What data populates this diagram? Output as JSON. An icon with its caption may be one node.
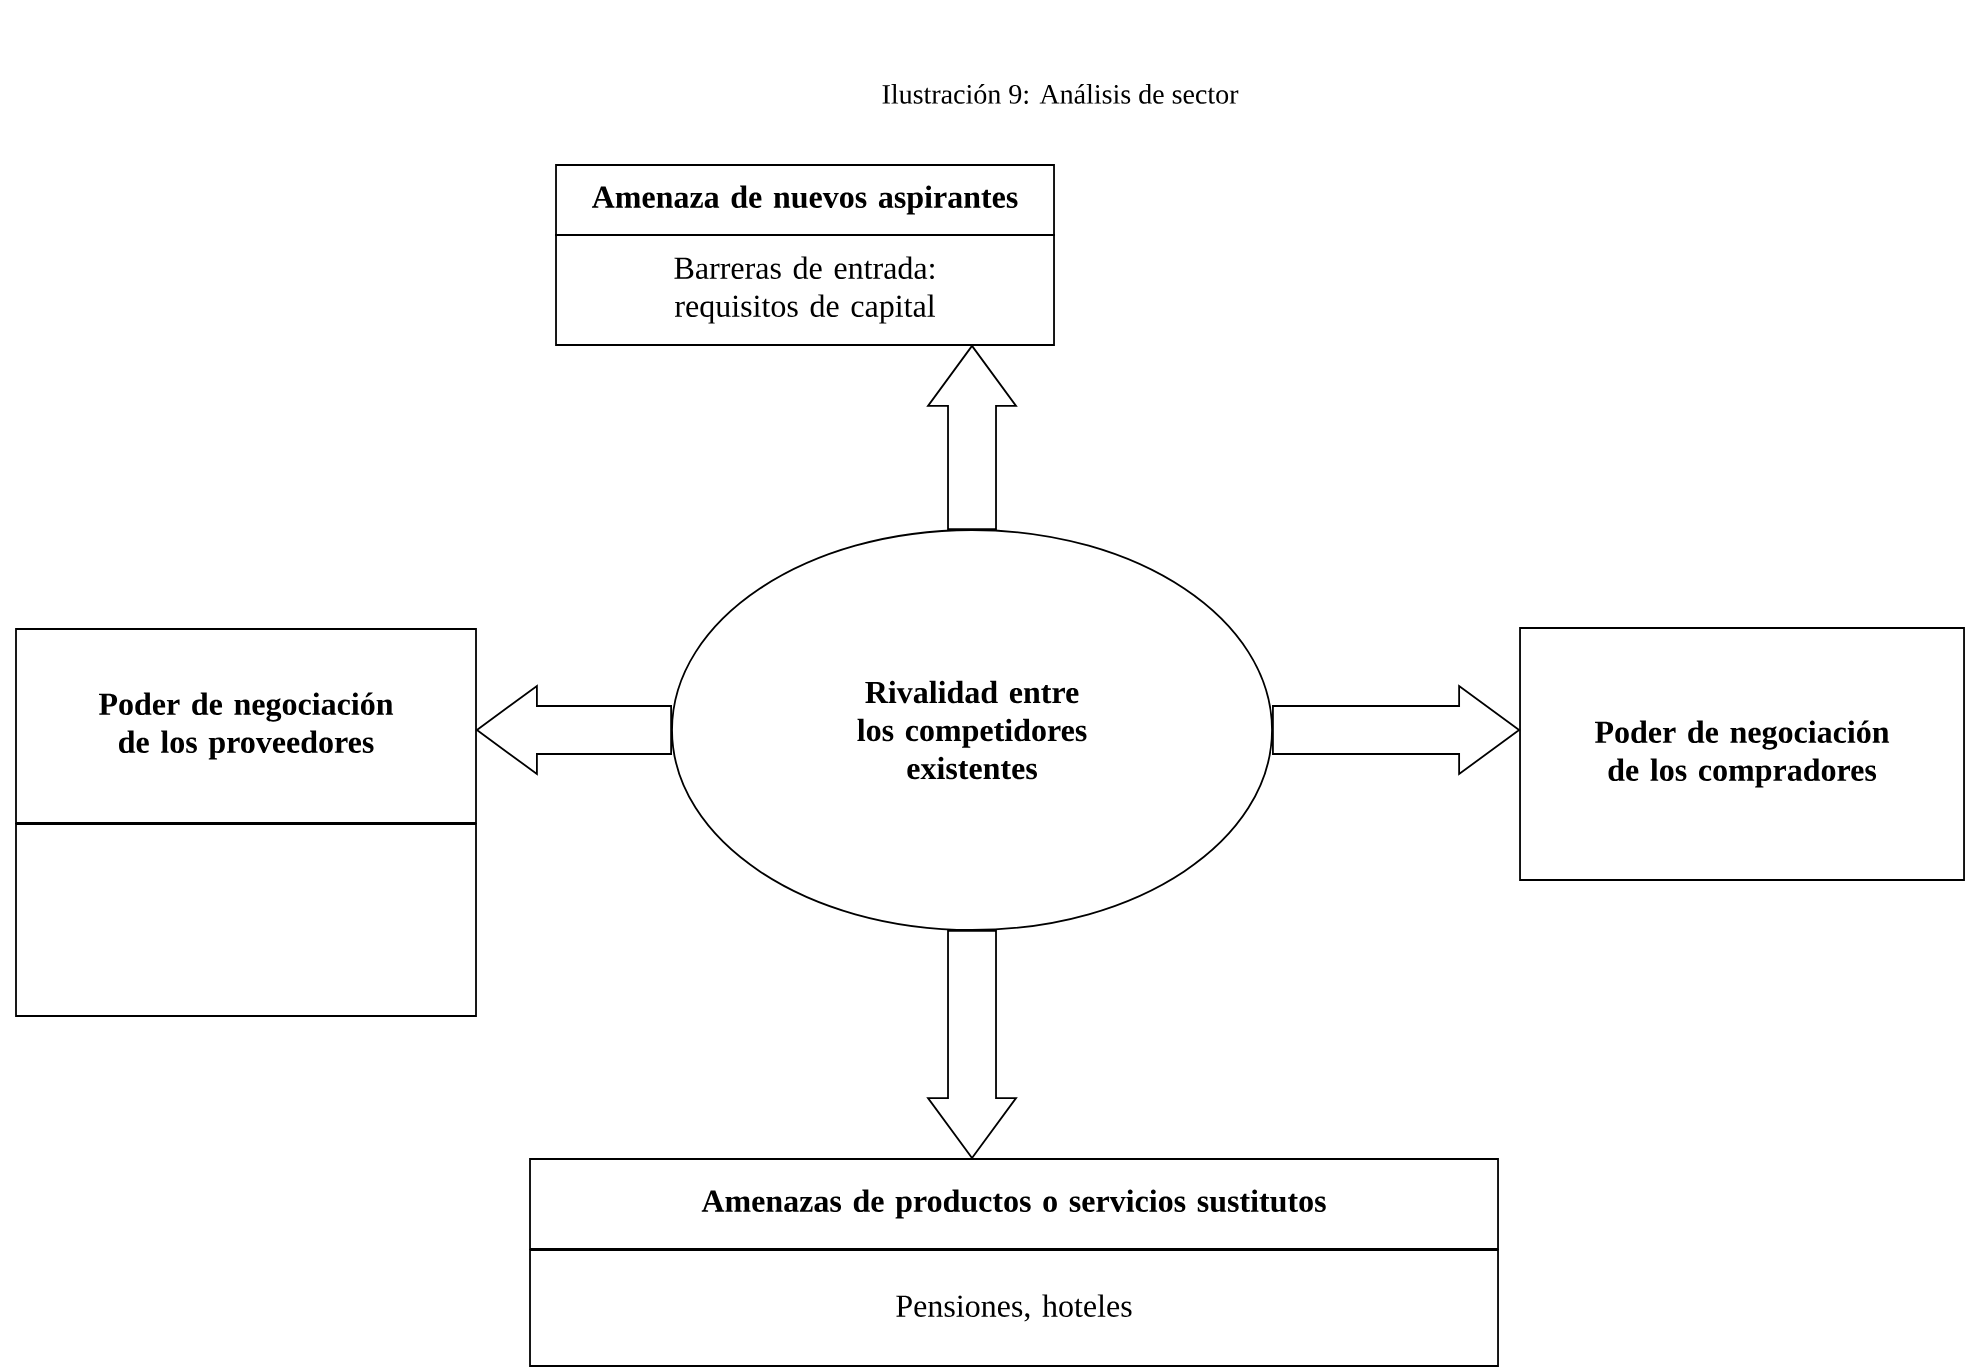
{
  "diagram": {
    "title": "Ilustración 9: Análisis de sector",
    "nodes": [
      {
        "text": [
          "Amenaza de nuevos aspirantes"
        ]
      },
      {
        "text": [
          "Barreras de entrada: requisitos de capital"
        ]
      },
      {
        "text": [
          "Rivalidad entre los competidores existentes"
        ]
      },
      {
        "text": [
          "Poder de negociación de los proveedores"
        ]
      },
      {
        "text": [],
        "shape": "box"
      },
      {
        "text": [
          "Poder de negociación de los compradores"
        ]
      },
      {
        "text": [
          "Amenazas de productos o servicios sustitutos"
        ]
      },
      {
        "text": [
          "Pensiones, hoteles"
        ]
      }
    ],
    "edges": [
      {
        "from": 2,
        "to": 1,
        "arrow": "to"
      },
      {
        "from": 2,
        "to": 3,
        "arrow": "to"
      },
      {
        "from": 2,
        "to": 5,
        "arrow": "to"
      },
      {
        "from": 2,
        "to": 6,
        "arrow": "to"
      }
    ]
  }
}
